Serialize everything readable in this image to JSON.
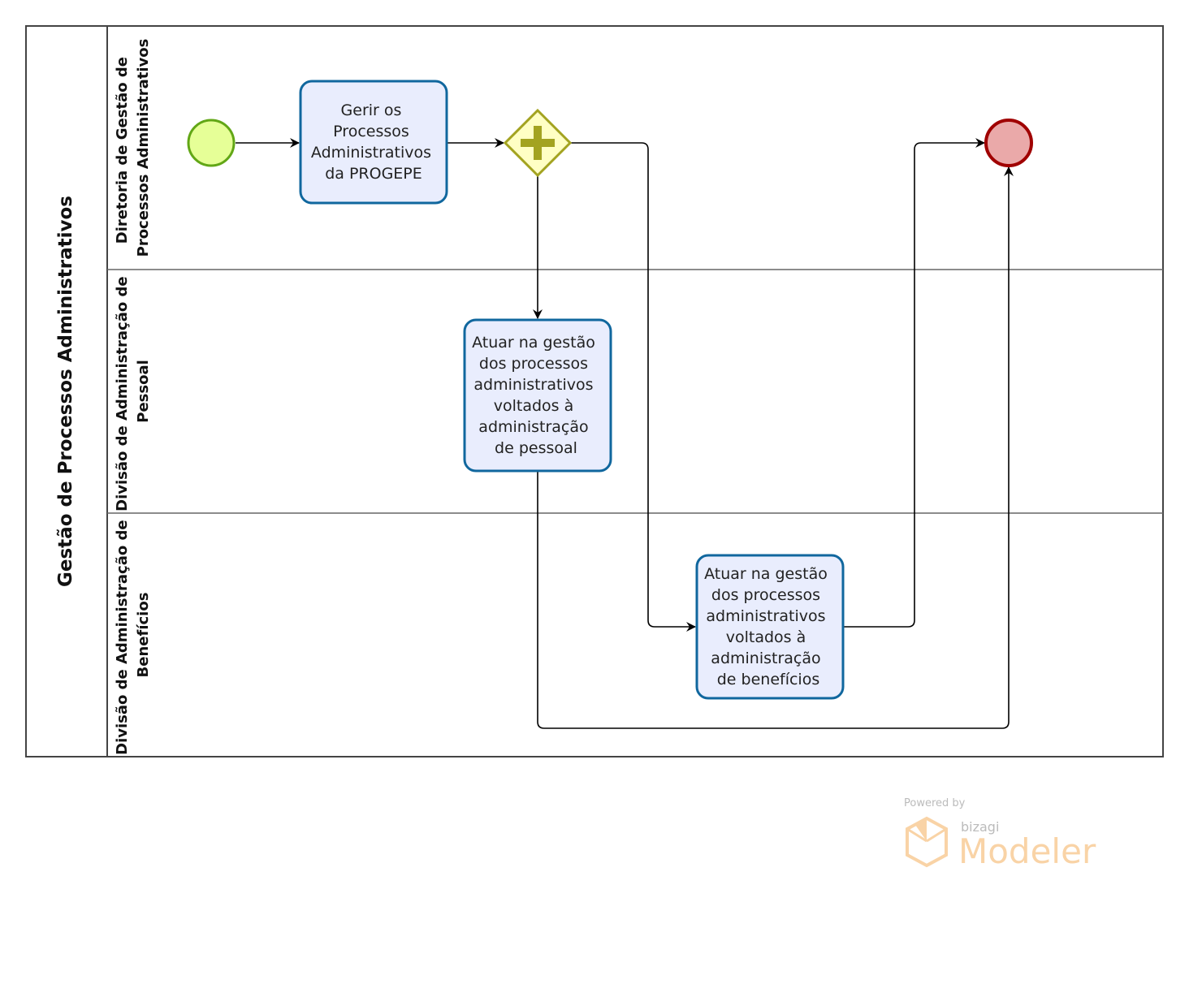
{
  "pool": {
    "title": "Gestão de Processos Administrativos"
  },
  "lanes": [
    {
      "label_lines": [
        "Diretoria de Gestão de",
        "Processos Administrativos"
      ]
    },
    {
      "label_lines": [
        "Divisão de Administração de",
        "Pessoal"
      ]
    },
    {
      "label_lines": [
        "Divisão de Administração de",
        "Benefícios"
      ]
    }
  ],
  "tasks": [
    {
      "lines": [
        "Gerir os",
        "Processos",
        "Administrativos",
        "da PROGEPE"
      ]
    },
    {
      "lines": [
        "Atuar na gestão",
        "dos processos",
        "administrativos",
        "voltados à",
        "administração",
        "de pessoal"
      ]
    },
    {
      "lines": [
        "Atuar na gestão",
        "dos processos",
        "administrativos",
        "voltados à",
        "administração",
        "de benefícios"
      ]
    }
  ],
  "events": {
    "start": "start-event",
    "end": "end-event"
  },
  "gateway": {
    "type": "parallel",
    "icon": "plus-icon"
  },
  "colors": {
    "start_fill": "#e6ff97",
    "start_stroke": "#62a716",
    "end_fill": "#eaa9a9",
    "end_stroke": "#a00000",
    "task_fill": "#e9edfd",
    "task_stroke": "#10679e",
    "gateway_fill": "#ffffc4",
    "gateway_stroke": "#a3a320"
  },
  "watermark": {
    "powered_by": "Powered by",
    "brand": "bizagi",
    "product": "Modeler"
  }
}
